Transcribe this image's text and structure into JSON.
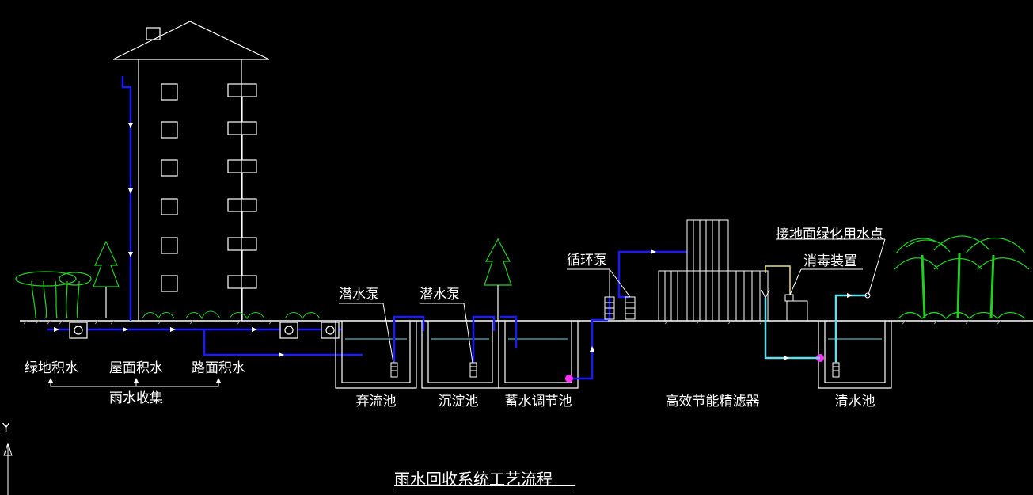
{
  "title": "雨水回收系统工艺流程",
  "axis_label": "Y",
  "labels": {
    "green_water": "绿地积水",
    "roof_water": "屋面积水",
    "road_water": "路面积水",
    "collection": "雨水收集",
    "pump1": "潜水泵",
    "pump2": "潜水泵",
    "circ_pump": "循环泵",
    "disinfect": "消毒装置",
    "green_point": "接地面绿化用水点",
    "tank_discard": "弃流池",
    "tank_settle": "沉淀池",
    "tank_storage": "蓄水调节池",
    "filter": "高效节能精滤器",
    "tank_clear": "清水池"
  },
  "colors": {
    "background": "#000000",
    "line": "#ffffff",
    "pipe": "#1a1aff",
    "clean_pipe": "#5fe0e8",
    "plant": "#22cc22",
    "valve": "#ff33ff",
    "yellow_pipe": "#e8e07a"
  }
}
